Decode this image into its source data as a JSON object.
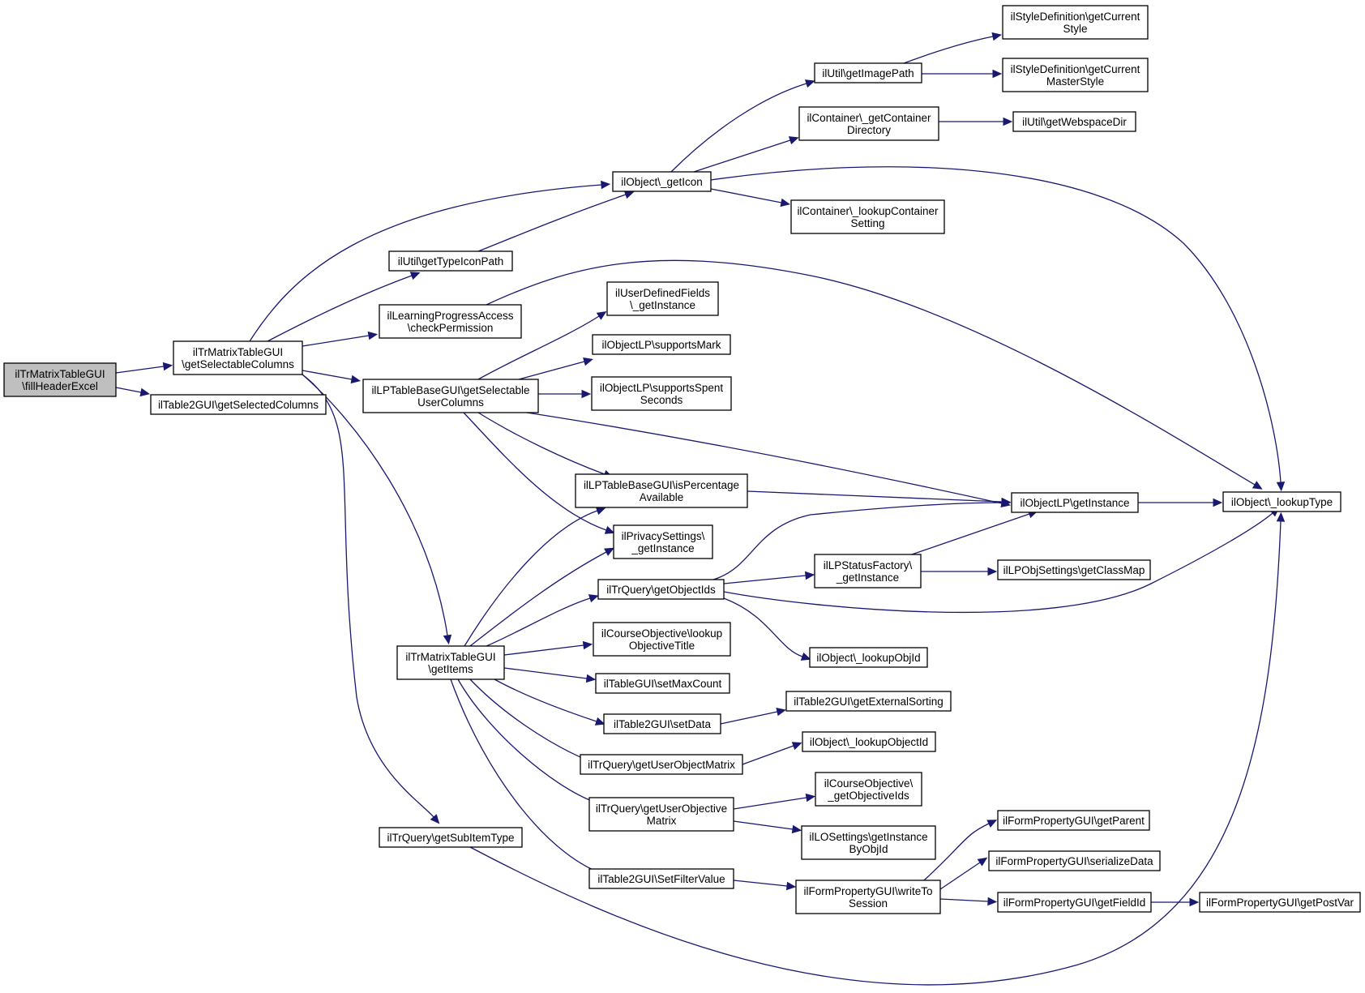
{
  "colors": {
    "edge": "#191970",
    "root_fill": "#bfbfbf",
    "node_fill": "#ffffff",
    "node_border": "#000000"
  },
  "nodes": [
    {
      "id": "n0",
      "lines": [
        "ilTrMatrixTableGUI",
        "\\fillHeaderExcel"
      ],
      "root": true
    },
    {
      "id": "n1",
      "lines": [
        "ilTrMatrixTableGUI",
        "\\getSelectableColumns"
      ]
    },
    {
      "id": "n2",
      "lines": [
        "ilTable2GUI\\getSelectedColumns"
      ]
    },
    {
      "id": "n3",
      "lines": [
        "ilObject\\_getIcon"
      ]
    },
    {
      "id": "n4",
      "lines": [
        "ilUtil\\getTypeIconPath"
      ]
    },
    {
      "id": "n5",
      "lines": [
        "ilLearningProgressAccess",
        "\\checkPermission"
      ]
    },
    {
      "id": "n6",
      "lines": [
        "ilLPTableBaseGUI\\getSelectable",
        "UserColumns"
      ]
    },
    {
      "id": "n7",
      "lines": [
        "ilTrMatrixTableGUI",
        "\\getItems"
      ]
    },
    {
      "id": "n8",
      "lines": [
        "ilTrQuery\\getSubItemType"
      ]
    },
    {
      "id": "n9",
      "lines": [
        "ilUtil\\getImagePath"
      ]
    },
    {
      "id": "n10",
      "lines": [
        "ilContainer\\_getContainer",
        "Directory"
      ]
    },
    {
      "id": "n11",
      "lines": [
        "ilContainer\\_lookupContainer",
        "Setting"
      ]
    },
    {
      "id": "n12",
      "lines": [
        "ilObject\\_lookupType"
      ]
    },
    {
      "id": "n13",
      "lines": [
        "ilStyleDefinition\\getCurrent",
        "Style"
      ]
    },
    {
      "id": "n14",
      "lines": [
        "ilStyleDefinition\\getCurrent",
        "MasterStyle"
      ]
    },
    {
      "id": "n15",
      "lines": [
        "ilUtil\\getWebspaceDir"
      ]
    },
    {
      "id": "n16",
      "lines": [
        "ilUserDefinedFields",
        "\\_getInstance"
      ]
    },
    {
      "id": "n17",
      "lines": [
        "ilObjectLP\\supportsMark"
      ]
    },
    {
      "id": "n18",
      "lines": [
        "ilObjectLP\\supportsSpent",
        "Seconds"
      ]
    },
    {
      "id": "n19",
      "lines": [
        "ilLPTableBaseGUI\\isPercentage",
        "Available"
      ]
    },
    {
      "id": "n20",
      "lines": [
        "ilPrivacySettings\\",
        "_getInstance"
      ]
    },
    {
      "id": "n21",
      "lines": [
        "ilObjectLP\\getInstance"
      ]
    },
    {
      "id": "n22",
      "lines": [
        "ilTrQuery\\getObjectIds"
      ]
    },
    {
      "id": "n23",
      "lines": [
        "ilCourseObjective\\lookup",
        "ObjectiveTitle"
      ]
    },
    {
      "id": "n24",
      "lines": [
        "ilTableGUI\\setMaxCount"
      ]
    },
    {
      "id": "n25",
      "lines": [
        "ilTable2GUI\\setData"
      ]
    },
    {
      "id": "n26",
      "lines": [
        "ilTrQuery\\getUserObjectMatrix"
      ]
    },
    {
      "id": "n27",
      "lines": [
        "ilTrQuery\\getUserObjective",
        "Matrix"
      ]
    },
    {
      "id": "n28",
      "lines": [
        "ilTable2GUI\\SetFilterValue"
      ]
    },
    {
      "id": "n29",
      "lines": [
        "ilLPStatusFactory\\",
        "_getInstance"
      ]
    },
    {
      "id": "n30",
      "lines": [
        "ilLPObjSettings\\getClassMap"
      ]
    },
    {
      "id": "n31",
      "lines": [
        "ilObject\\_lookupObjId"
      ]
    },
    {
      "id": "n32",
      "lines": [
        "ilTable2GUI\\getExternalSorting"
      ]
    },
    {
      "id": "n33",
      "lines": [
        "ilObject\\_lookupObjectId"
      ]
    },
    {
      "id": "n34",
      "lines": [
        "ilCourseObjective\\",
        "_getObjectiveIds"
      ]
    },
    {
      "id": "n35",
      "lines": [
        "ilLOSettings\\getInstance",
        "ByObjId"
      ]
    },
    {
      "id": "n36",
      "lines": [
        "ilFormPropertyGUI\\writeTo",
        "Session"
      ]
    },
    {
      "id": "n37",
      "lines": [
        "ilFormPropertyGUI\\getParent"
      ]
    },
    {
      "id": "n38",
      "lines": [
        "ilFormPropertyGUI\\serializeData"
      ]
    },
    {
      "id": "n39",
      "lines": [
        "ilFormPropertyGUI\\getFieldId"
      ]
    },
    {
      "id": "n40",
      "lines": [
        "ilFormPropertyGUI\\getPostVar"
      ]
    }
  ],
  "edges": [
    [
      "n0",
      "n1"
    ],
    [
      "n0",
      "n2"
    ],
    [
      "n1",
      "n3"
    ],
    [
      "n1",
      "n4"
    ],
    [
      "n1",
      "n5"
    ],
    [
      "n1",
      "n6"
    ],
    [
      "n1",
      "n7"
    ],
    [
      "n1",
      "n8"
    ],
    [
      "n3",
      "n9"
    ],
    [
      "n3",
      "n10"
    ],
    [
      "n3",
      "n11"
    ],
    [
      "n3",
      "n12"
    ],
    [
      "n4",
      "n3"
    ],
    [
      "n5",
      "n12"
    ],
    [
      "n9",
      "n13"
    ],
    [
      "n9",
      "n14"
    ],
    [
      "n10",
      "n15"
    ],
    [
      "n6",
      "n16"
    ],
    [
      "n6",
      "n17"
    ],
    [
      "n6",
      "n18"
    ],
    [
      "n6",
      "n19"
    ],
    [
      "n6",
      "n20"
    ],
    [
      "n6",
      "n21"
    ],
    [
      "n19",
      "n21"
    ],
    [
      "n21",
      "n12"
    ],
    [
      "n7",
      "n19"
    ],
    [
      "n7",
      "n20"
    ],
    [
      "n7",
      "n22"
    ],
    [
      "n7",
      "n23"
    ],
    [
      "n7",
      "n24"
    ],
    [
      "n7",
      "n25"
    ],
    [
      "n7",
      "n26"
    ],
    [
      "n7",
      "n27"
    ],
    [
      "n7",
      "n28"
    ],
    [
      "n22",
      "n21"
    ],
    [
      "n22",
      "n29"
    ],
    [
      "n22",
      "n12"
    ],
    [
      "n22",
      "n31"
    ],
    [
      "n29",
      "n21"
    ],
    [
      "n29",
      "n30"
    ],
    [
      "n25",
      "n32"
    ],
    [
      "n26",
      "n33"
    ],
    [
      "n27",
      "n34"
    ],
    [
      "n27",
      "n35"
    ],
    [
      "n28",
      "n36"
    ],
    [
      "n36",
      "n37"
    ],
    [
      "n36",
      "n38"
    ],
    [
      "n36",
      "n39"
    ],
    [
      "n39",
      "n40"
    ],
    [
      "n8",
      "n12"
    ]
  ]
}
